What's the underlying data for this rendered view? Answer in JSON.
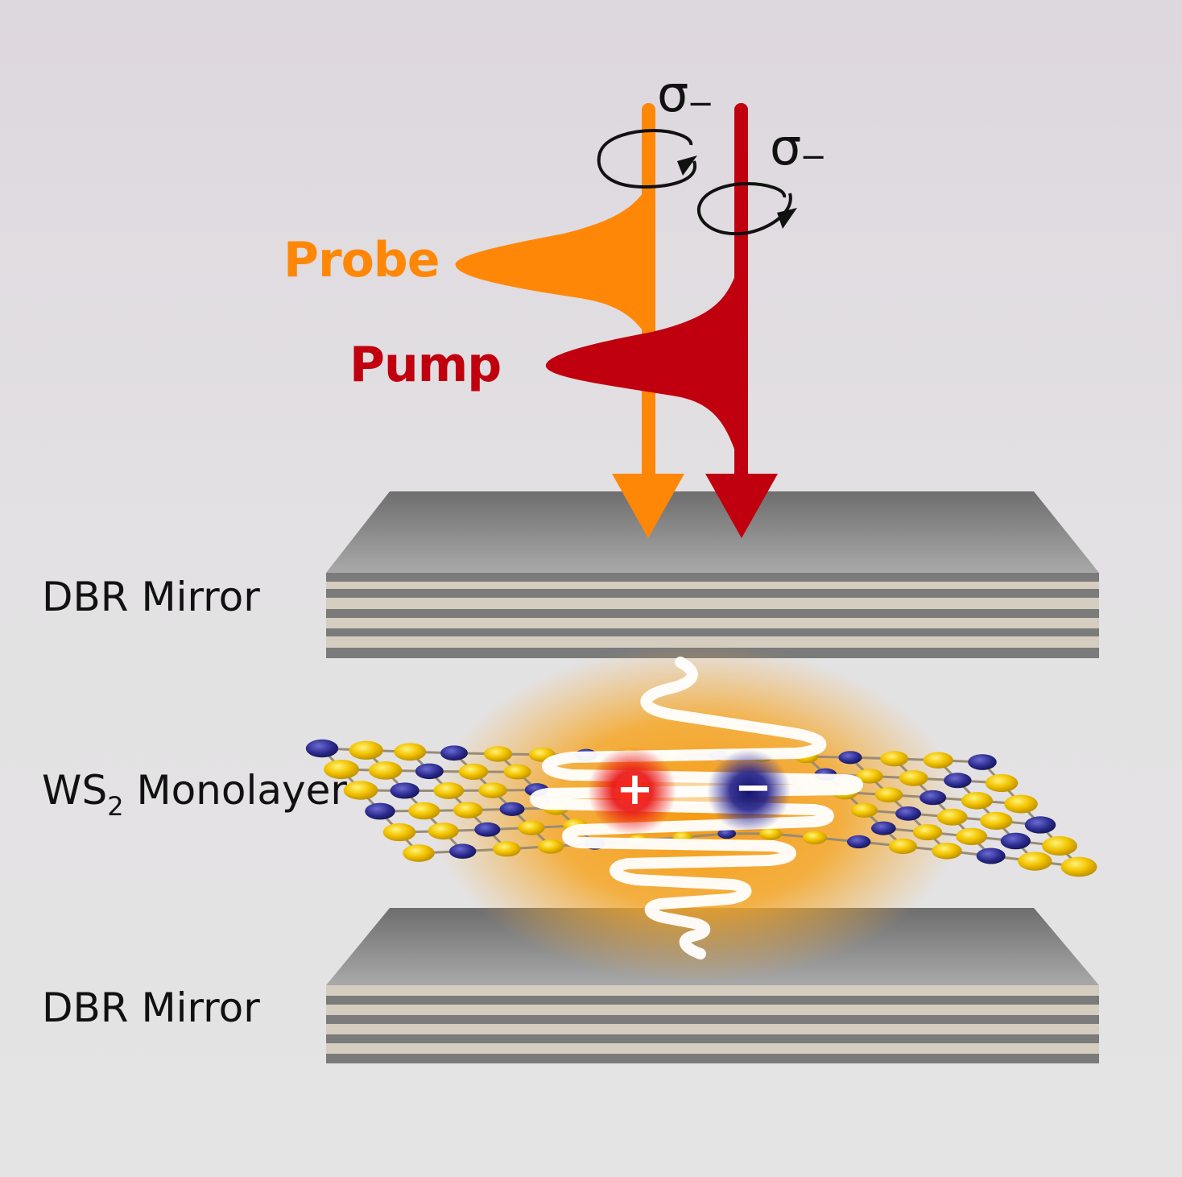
{
  "labels": {
    "top_mirror": "DBR Mirror",
    "monolayer_main": "WS",
    "monolayer_sub": "2",
    "monolayer_tail": " Monolayer",
    "bottom_mirror": "DBR Mirror",
    "probe": "Probe",
    "pump": "Pump",
    "probe_polarization": "σ",
    "probe_polarization_sub": "−",
    "pump_polarization": "σ",
    "pump_polarization_sub": "−",
    "hole_charge": "+",
    "electron_charge": "−"
  },
  "colors": {
    "probe": "#ff8708",
    "pump": "#c0000e",
    "mirror_top": "#7d7d7d",
    "mirror_dark_layer": "#7a7a7a",
    "mirror_light_layer": "#d2cbbe",
    "glow": "#f6a21c",
    "sulfur_yellow": "#f5c400",
    "tungsten_blue": "#2a2a8c",
    "hole": "#e01010",
    "electron": "#1c1a7a"
  },
  "icons": {
    "probe_rotation": "circular-arrow-icon",
    "pump_rotation": "circular-arrow-icon"
  }
}
